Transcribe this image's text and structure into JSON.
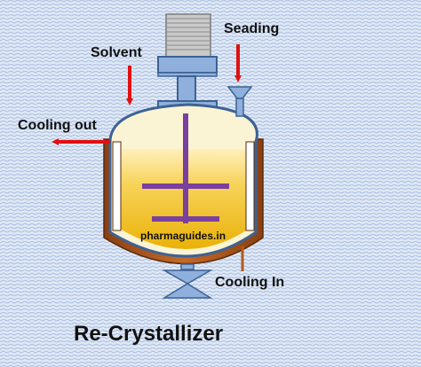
{
  "labels": {
    "solvent": "Solvent",
    "seading": "Seading",
    "cooling_out": "Cooling out",
    "cooling_in": "Cooling In",
    "watermark": "pharmaguides.in",
    "title": "Re-Crystallizer"
  },
  "colors": {
    "background": "#dfe8f5",
    "background_pattern": "#a9bde0",
    "steel_blue": "#8fb0dc",
    "steel_stroke": "#3d6294",
    "jacket": "#b35a1f",
    "liquid": "#f3bf13",
    "liquid_top": "#fff0bb",
    "stirrer": "#7b3fa0",
    "arrow_red": "#e01010"
  }
}
